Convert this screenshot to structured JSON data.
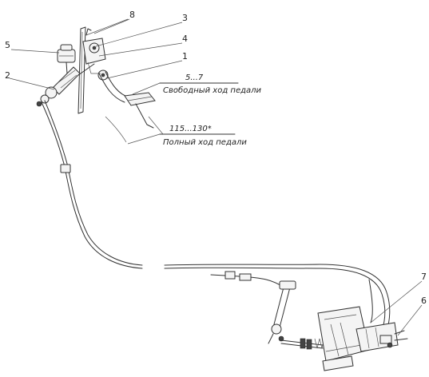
{
  "callouts": {
    "c1": "1",
    "c2": "2",
    "c3": "3",
    "c4": "4",
    "c5": "5",
    "c6": "6",
    "c7": "7",
    "c8": "8"
  },
  "dimensions": {
    "free_play_value": "5...7",
    "free_play_label": "Свободный ход педали",
    "full_travel_value": "115...130*",
    "full_travel_label": "Полный ход педали"
  }
}
